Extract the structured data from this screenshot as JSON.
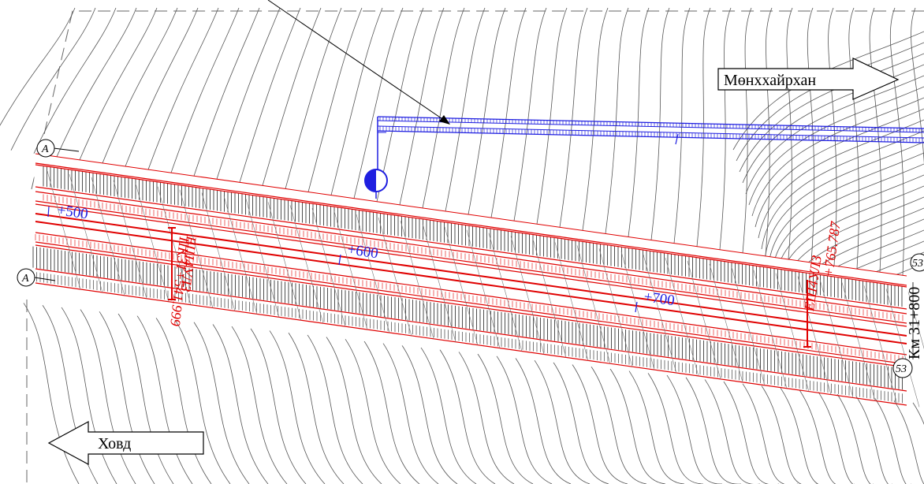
{
  "directions": {
    "right_label": "Мөнххайрхан",
    "left_label": "Ховд"
  },
  "stations": [
    "+500",
    "+600",
    "+700"
  ],
  "section_markers": {
    "a_top": "A",
    "a_bottom": "A",
    "s53_top": "53",
    "s53_bottom": "53"
  },
  "red_annotations": {
    "left_vertical": "ПК31+541.999",
    "left_code": "ЕШ4УЛЗ",
    "right_value": "+765.787",
    "right_code": "ЕШ4УЛЗ"
  },
  "km_label": "Км 31+800",
  "colors": {
    "contour": "#555555",
    "red": "#e00000",
    "blue": "#1f1fe0",
    "hatch": "#222222"
  }
}
